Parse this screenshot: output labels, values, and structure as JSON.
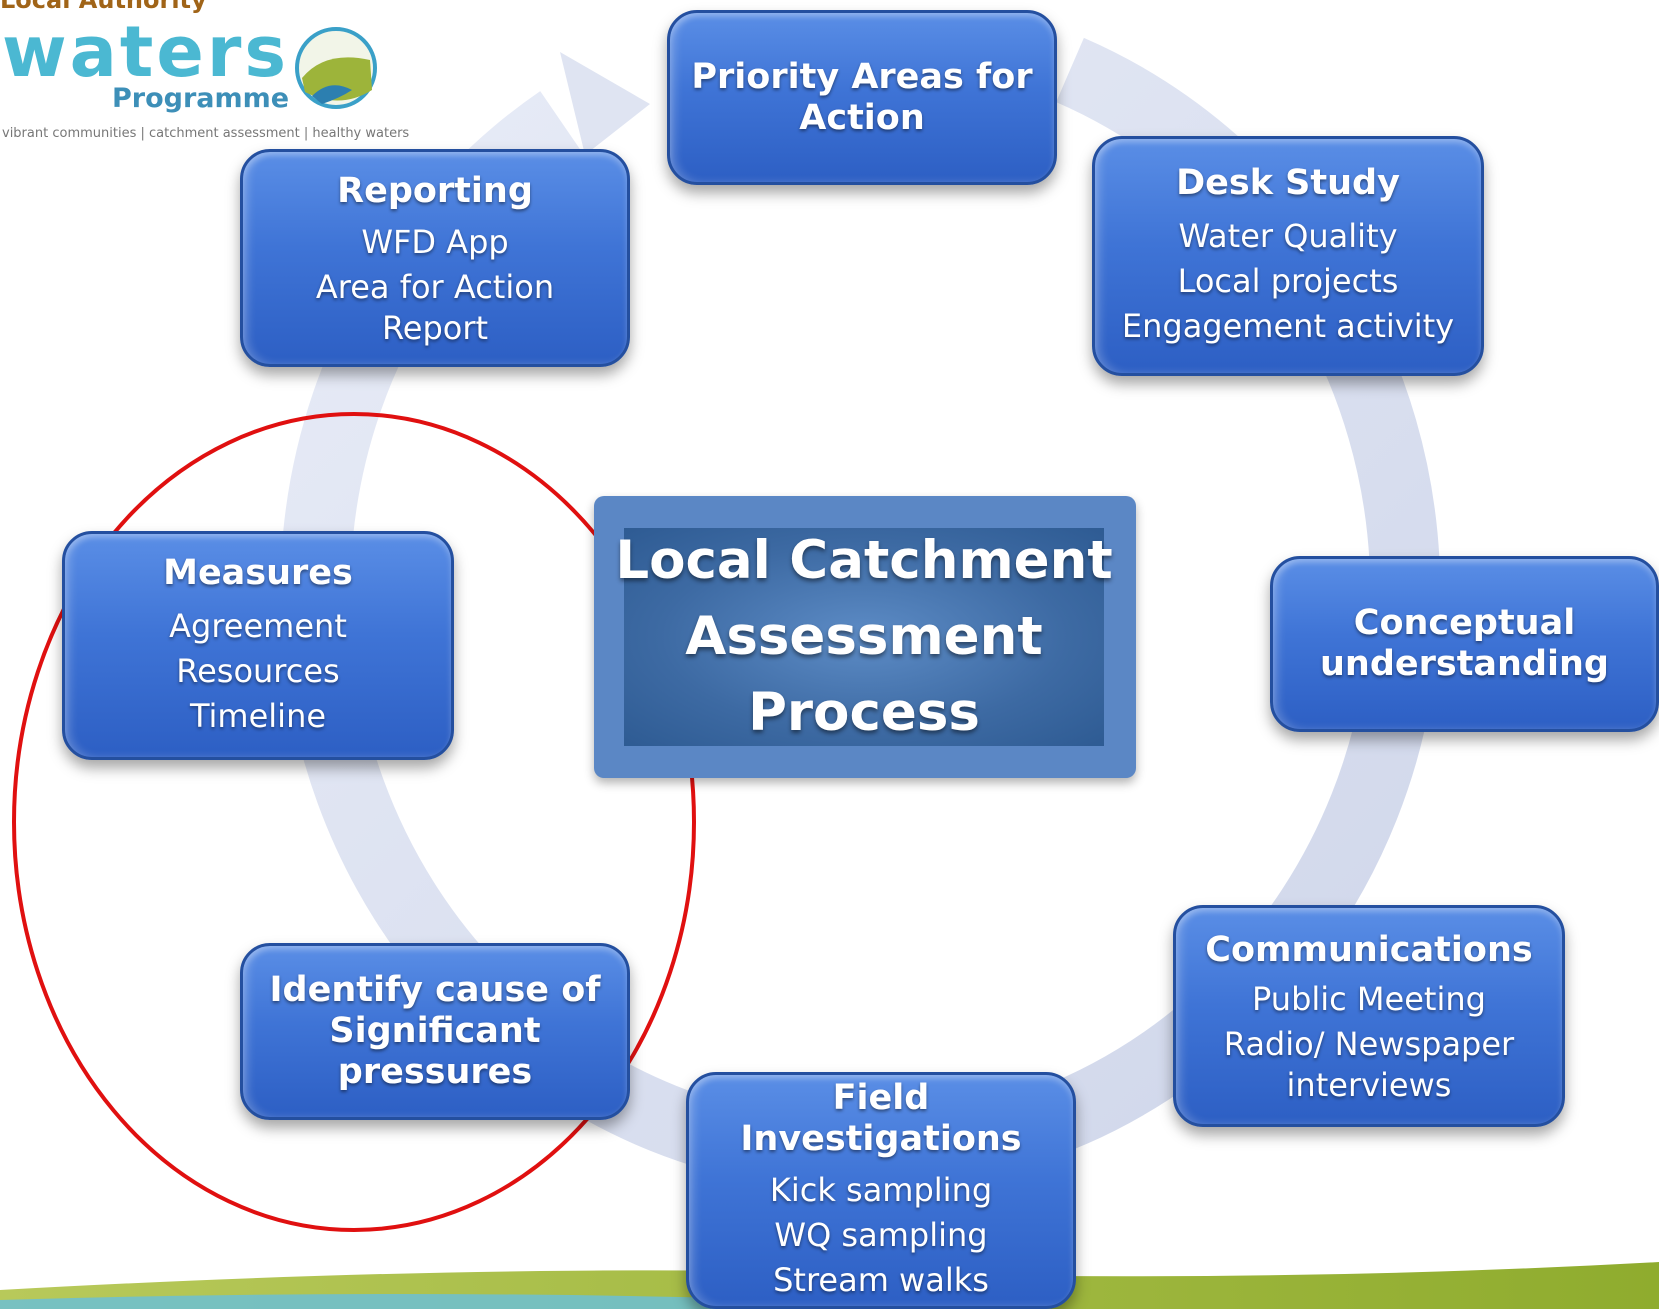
{
  "logo": {
    "authority_text": "Local Authority",
    "waters_text": "waters",
    "programme_text": "Programme",
    "tagline": "vibrant communities | catchment assessment | healthy waters"
  },
  "center": {
    "line1": "Local Catchment",
    "line2": "Assessment",
    "line3": "Process"
  },
  "steps": [
    {
      "title": "Priority Areas for",
      "title2": "Action",
      "items": []
    },
    {
      "title": "Desk Study",
      "items": [
        "Water Quality",
        "Local projects",
        "Engagement activity"
      ]
    },
    {
      "title": "Conceptual",
      "title2": "understanding",
      "items": []
    },
    {
      "title": "Communications",
      "items": [
        "Public Meeting",
        "Radio/ Newspaper",
        "interviews"
      ]
    },
    {
      "title": "Field Investigations",
      "items": [
        "Kick sampling",
        "WQ sampling",
        "Stream walks"
      ]
    },
    {
      "title": "Identify cause of",
      "title2": "Significant",
      "title3": "pressures",
      "items": []
    },
    {
      "title": "Measures",
      "items": [
        "Agreement",
        "Resources",
        "Timeline"
      ]
    },
    {
      "title": "Reporting",
      "items": [
        "WFD App",
        "Area for Action",
        "Report"
      ]
    }
  ],
  "colors": {
    "node_fill": "#3f74d6",
    "node_border": "#244f9f",
    "cycle_arrow": "#dfe4f2",
    "highlight_circle": "#e01010",
    "footer_green": "#9db43a",
    "footer_teal": "#6cc0d4"
  }
}
